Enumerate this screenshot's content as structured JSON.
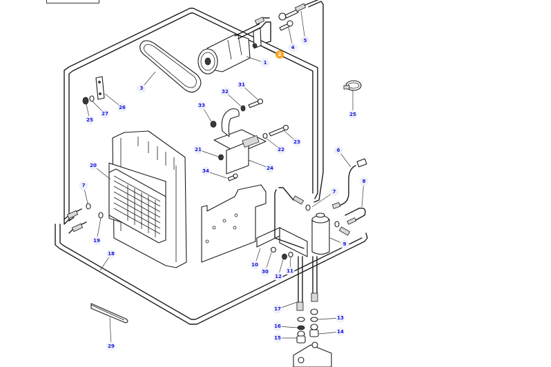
{
  "diagram": {
    "title": "Air conditioning system – exploded parts view",
    "highlight_color": "#f5a623",
    "callout_color": "#1010e0",
    "highlighted_part": "2",
    "parts": [
      {
        "id": "1",
        "label": "1",
        "name": "compressor"
      },
      {
        "id": "2",
        "label": "2",
        "name": "compressor-bracket"
      },
      {
        "id": "3",
        "label": "3",
        "name": "drive-belt"
      },
      {
        "id": "4",
        "label": "4",
        "name": "bolt"
      },
      {
        "id": "5",
        "label": "5",
        "name": "hose-fitting"
      },
      {
        "id": "6",
        "label": "6",
        "name": "pressure-switch-harness"
      },
      {
        "id": "7a",
        "label": "7",
        "name": "o-ring"
      },
      {
        "id": "7b",
        "label": "7",
        "name": "o-ring"
      },
      {
        "id": "8",
        "label": "8",
        "name": "hose"
      },
      {
        "id": "9",
        "label": "9",
        "name": "receiver-drier"
      },
      {
        "id": "10",
        "label": "10",
        "name": "drier-bracket"
      },
      {
        "id": "11",
        "label": "11",
        "name": "washer"
      },
      {
        "id": "12",
        "label": "12",
        "name": "nut"
      },
      {
        "id": "13",
        "label": "13",
        "name": "washer"
      },
      {
        "id": "14",
        "label": "14",
        "name": "nut"
      },
      {
        "id": "15",
        "label": "15",
        "name": "nut"
      },
      {
        "id": "16",
        "label": "16",
        "name": "washer"
      },
      {
        "id": "17",
        "label": "17",
        "name": "pipe"
      },
      {
        "id": "18",
        "label": "18",
        "name": "hose"
      },
      {
        "id": "19",
        "label": "19",
        "name": "o-ring"
      },
      {
        "id": "20",
        "label": "20",
        "name": "evaporator"
      },
      {
        "id": "21",
        "label": "21",
        "name": "nut"
      },
      {
        "id": "22",
        "label": "22",
        "name": "washer"
      },
      {
        "id": "23",
        "label": "23",
        "name": "bolt"
      },
      {
        "id": "24",
        "label": "24",
        "name": "bracket"
      },
      {
        "id": "25a",
        "label": "25",
        "name": "hose-clamp"
      },
      {
        "id": "25b",
        "label": "25",
        "name": "nut"
      },
      {
        "id": "26",
        "label": "26",
        "name": "plate"
      },
      {
        "id": "27",
        "label": "27",
        "name": "washer"
      },
      {
        "id": "29",
        "label": "29",
        "name": "grommet-strip"
      },
      {
        "id": "30",
        "label": "30",
        "name": "bolt"
      },
      {
        "id": "31",
        "label": "31",
        "name": "bolt"
      },
      {
        "id": "32",
        "label": "32",
        "name": "washer"
      },
      {
        "id": "33",
        "label": "33",
        "name": "nut"
      },
      {
        "id": "34",
        "label": "34",
        "name": "bolt"
      }
    ]
  }
}
